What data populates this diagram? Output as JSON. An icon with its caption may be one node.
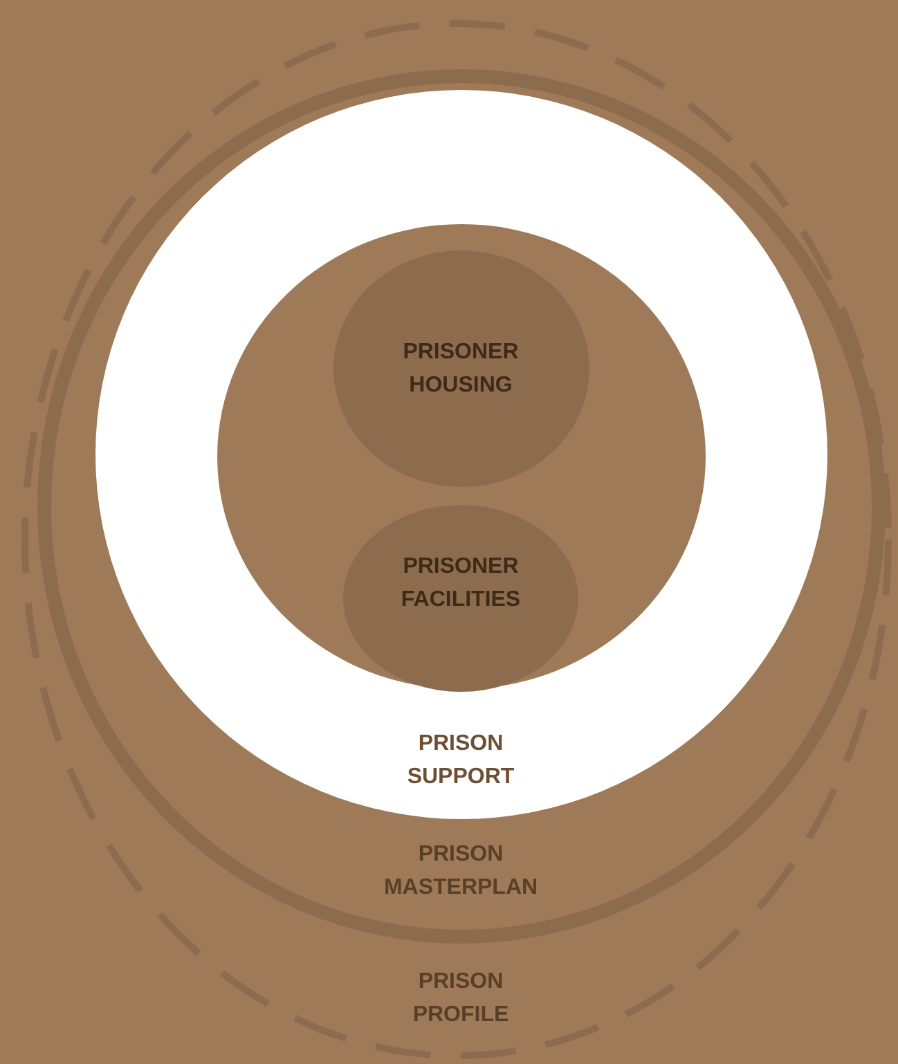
{
  "diagram": {
    "nodes": [
      {
        "text": [
          "PRISON PROFILE"
        ]
      },
      {
        "text": [
          "PRISON MASTERPLAN"
        ],
        "in": 0
      },
      {
        "text": [
          "PRISON SUPPORT"
        ],
        "in": 1
      },
      {
        "text": [],
        "shape": "circle",
        "in": 2
      },
      {
        "text": [
          "PRISONER HOUSING"
        ],
        "in": 3
      },
      {
        "text": [
          "PRISONER FACILITIES"
        ],
        "in": 3
      }
    ]
  }
}
